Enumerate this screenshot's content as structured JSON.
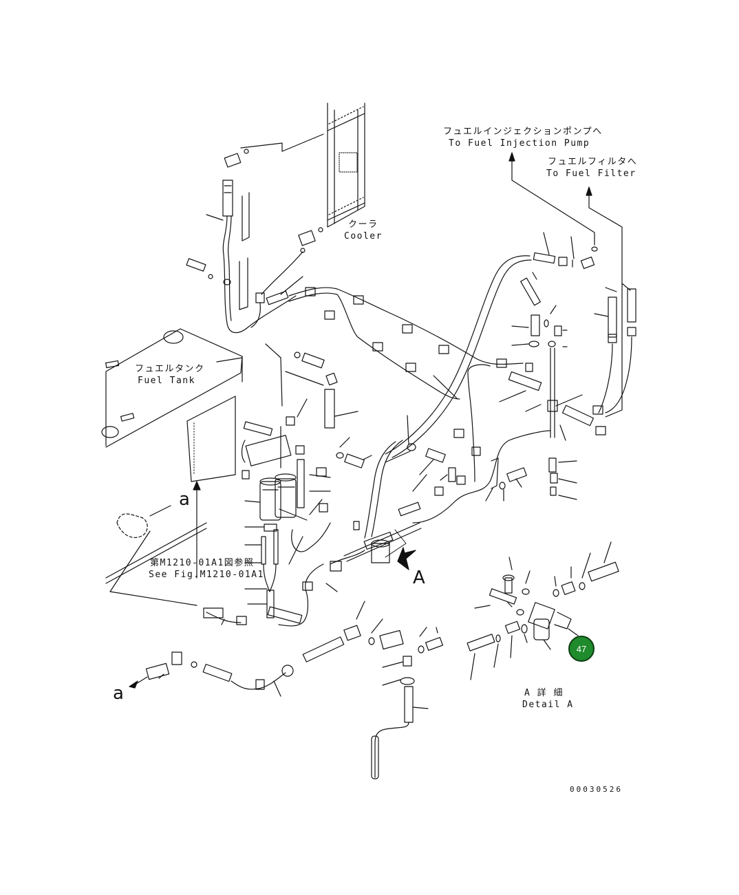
{
  "labels": {
    "injection_pump_jp": "フュエルインジェクションポンプへ",
    "injection_pump_en": "To Fuel Injection Pump",
    "fuel_filter_jp": "フュエルフィルタへ",
    "fuel_filter_en": "To Fuel Filter",
    "cooler_jp": "クーラ",
    "cooler_en": "Cooler",
    "fuel_tank_jp": "フュエルタンク",
    "fuel_tank_en": "Fuel Tank",
    "see_fig_jp": "第M1210-01A1図参照",
    "see_fig_en": "See Fig.M1210-01A1",
    "view_a": "A",
    "marker_a_upper": "a",
    "marker_a_lower": "a",
    "detail_a_jp": "A 詳 細",
    "detail_a_en": "Detail A",
    "drawing_number": "00030526"
  },
  "callout": {
    "number": "47",
    "color": "#1f8b2c"
  }
}
